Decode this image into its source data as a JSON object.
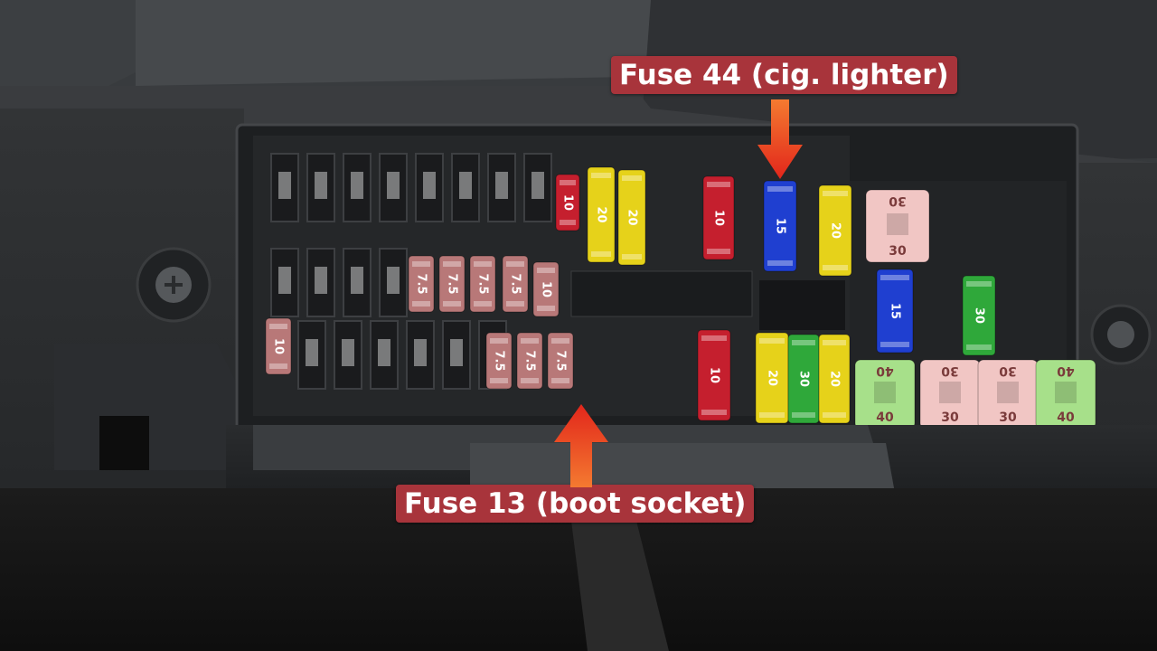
{
  "annotations": [
    {
      "id": "fuse-44",
      "text": "Fuse 44 (cig. lighter)",
      "arrow_direction": "down"
    },
    {
      "id": "fuse-13",
      "text": "Fuse 13 (boot socket)",
      "arrow_direction": "up"
    }
  ],
  "fuses": {
    "top_row": [
      "10",
      "20",
      "20",
      "10",
      "15",
      "20",
      "30",
      "30"
    ],
    "middle_row": [
      "7.5",
      "7.5",
      "7.5",
      "7.5",
      "10",
      "15",
      "30"
    ],
    "bottom_row": [
      "10",
      "7.5",
      "7.5",
      "7.5",
      "10",
      "20",
      "30",
      "20",
      "40",
      "40",
      "30",
      "30",
      "30",
      "30",
      "40",
      "40"
    ]
  },
  "colors": {
    "label_bg": "#a8343b",
    "arrow_top": "#f47a30",
    "arrow_bottom": "#e2261b",
    "fuse_red": "#c51f2e",
    "fuse_yellow": "#e6d21a",
    "fuse_blue": "#1f3fd0",
    "fuse_green": "#2fa83a",
    "fuse_pink": "#f1c6c4",
    "fuse_light_green": "#a7e08a",
    "fuse_tan": "#b87878"
  }
}
